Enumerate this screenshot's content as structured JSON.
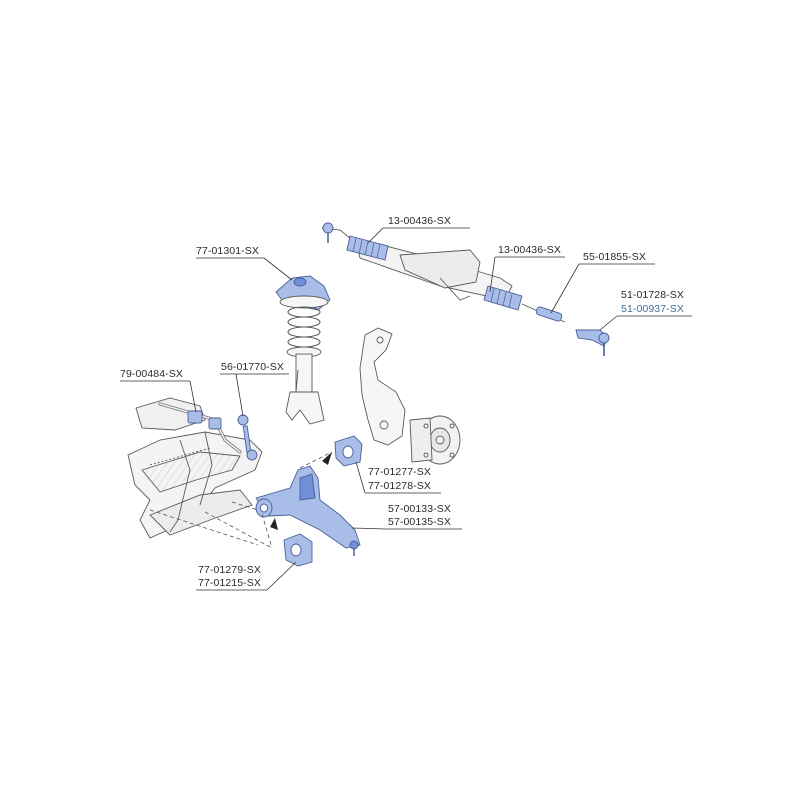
{
  "diagram": {
    "colors": {
      "outline": "#5a5a5a",
      "part_fill": "#a9bde9",
      "part_fill_dark": "#6f8fd6",
      "leader": "#333333",
      "highlight_label": "#3f6f9a"
    },
    "labels": {
      "tie_rod_end_left": "13-00436-SX",
      "steering_rack_boot": "13-00436-SX",
      "inner_tie_rod": "55-01855-SX",
      "tie_rod_end_right_1": "51-01728-SX",
      "tie_rod_end_right_2": "51-00937-SX",
      "strut_mount": "77-01301-SX",
      "stabilizer_bushing": "79-00484-SX",
      "stabilizer_link": "56-01770-SX",
      "rear_bushing_1": "77-01277-SX",
      "rear_bushing_2": "77-01278-SX",
      "control_arm_1": "57-00133-SX",
      "control_arm_2": "57-00135-SX",
      "front_bushing_1": "77-01279-SX",
      "front_bushing_2": "77-01215-SX"
    }
  }
}
